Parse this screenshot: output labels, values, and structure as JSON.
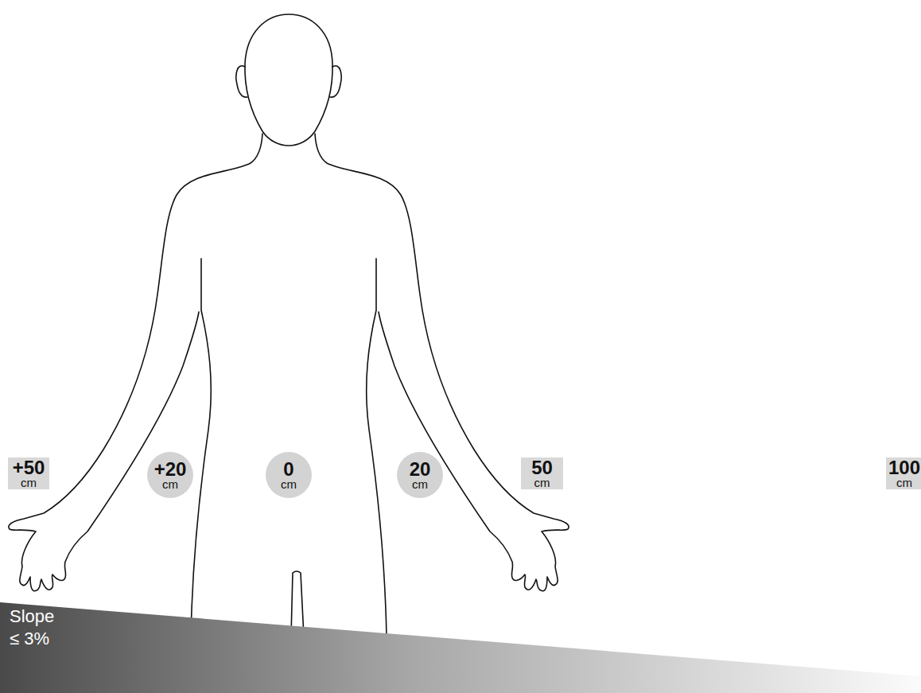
{
  "diagram": {
    "nodes": [
      {
        "text": [
          "+50",
          "cm"
        ]
      },
      {
        "text": [
          "+20",
          "cm"
        ]
      },
      {
        "text": [
          "0",
          "cm"
        ]
      },
      {
        "text": [
          "20",
          "cm"
        ]
      },
      {
        "text": [
          "50",
          "cm"
        ]
      },
      {
        "text": [
          "100",
          "cm"
        ]
      },
      {
        "text": [
          "Slope ≤ 3%"
        ]
      }
    ]
  }
}
